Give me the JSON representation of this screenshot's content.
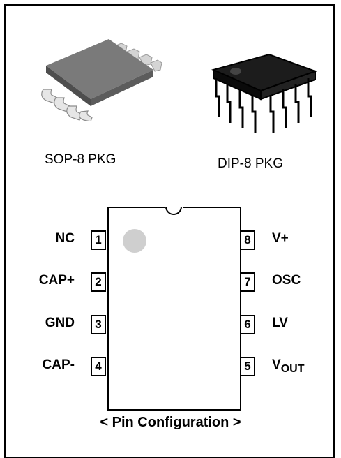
{
  "packages": {
    "sop_label": "SOP-8 PKG",
    "dip_label": "DIP-8 PKG"
  },
  "pins": {
    "p1": {
      "num": "1",
      "name": "NC"
    },
    "p2": {
      "num": "2",
      "name": "CAP+"
    },
    "p3": {
      "num": "3",
      "name": "GND"
    },
    "p4": {
      "num": "4",
      "name": "CAP-"
    },
    "p5": {
      "num": "5",
      "name": "V",
      "sub": "OUT"
    },
    "p6": {
      "num": "6",
      "name": "LV"
    },
    "p7": {
      "num": "7",
      "name": "OSC"
    },
    "p8": {
      "num": "8",
      "name": "V+"
    }
  },
  "caption": "< Pin Configuration >",
  "colors": {
    "outline": "#000000",
    "sop_body": "#6b6b6b",
    "sop_leads": "#d8d8d8",
    "dip_body": "#111111",
    "pin1_marker": "#cfcfcf"
  }
}
